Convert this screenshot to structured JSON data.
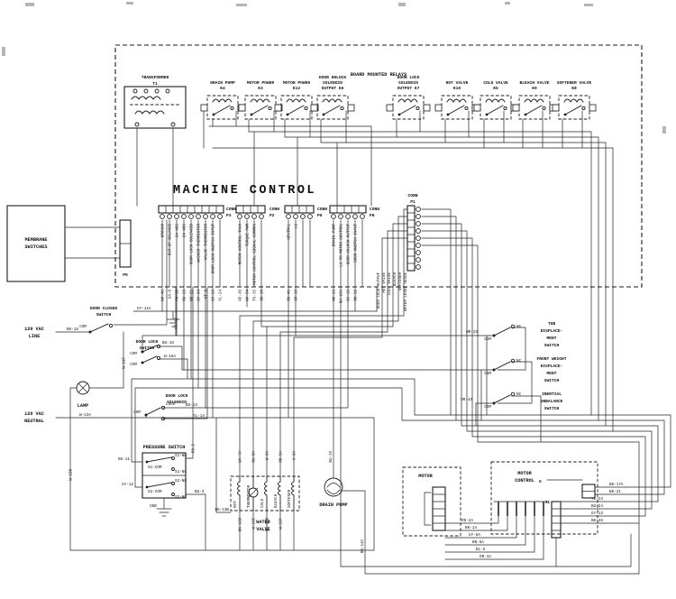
{
  "board": {
    "note": "BOARD MOUNTED RELAYS",
    "title": "MACHINE CONTROL"
  },
  "transformer": {
    "l1": "TRANSFORMER",
    "l2": "T1"
  },
  "relays": [
    {
      "l1": "DRAIN PUMP",
      "l2": "K4"
    },
    {
      "l1": "MOTOR POWER",
      "l2": "K3"
    },
    {
      "l1": "MOTOR POWER",
      "l2": "K12"
    },
    {
      "l1": "DOOR UNLOCK",
      "l2": "SOLENOID",
      "l3": "OUTPUT K6"
    },
    {
      "l1": "DOOR LOCK",
      "l2": "SOLENOID",
      "l3": "OUTPUT K7"
    },
    {
      "l1": "HOT VALVE",
      "l2": "K10"
    },
    {
      "l1": "COLD VALVE",
      "l2": "K5"
    },
    {
      "l1": "BLEACH VALVE",
      "l2": "K9"
    },
    {
      "l1": "SOFTENER VALVE",
      "l2": "K8"
    }
  ],
  "conn": {
    "p3": {
      "c": "CONN",
      "p": "P3",
      "labels": [
        "GROUND",
        "OUT OF BALANCE",
        "24 VDC",
        "24 VDC",
        "DOOR LOCK SOLENOID",
        "WASHER THERMISTOR",
        "VALVE THERMISTOR",
        "DOOR LOCK SWITCH INPUT"
      ]
    },
    "p2": {
      "c": "CONN",
      "p": "P2",
      "labels": [
        "MOTOR CONTROL TACH",
        "TORQUE PWM",
        "MOTOR CONTROL SIGNAL COMMON"
      ]
    },
    "p6": {
      "c": "CONN",
      "p": "P6",
      "labels": [
        "NEUTRAL",
        "L1"
      ]
    },
    "p8": {
      "c": "CONN",
      "p": "P8",
      "labels": [
        "DRAIN PUMP",
        "L1 TO MOTOR CONTROL",
        "DOOR UNLOCK OUTPUT",
        "DOOR SWITCH INPUT"
      ]
    },
    "p1": {
      "c": "CONN",
      "p": "P1",
      "labels": [
        "DOOR LOCK OUTPUT",
        "HOT VALVE",
        "COLD VALVE",
        "BLEACH",
        "SOFTENER",
        "WATER LEVEL SENSE"
      ]
    },
    "p9": "P9"
  },
  "membrane": {
    "l1": "MEMBRANE",
    "l2": "SWITCHES"
  },
  "left": {
    "vacLine": {
      "l1": "120 VAC",
      "l2": "LINE"
    },
    "vacNeutral": {
      "l1": "120 VAC",
      "l2": "NEUTRAL"
    },
    "doorClosed": {
      "l1": "DOOR CLOSED",
      "l2": "SWITCH",
      "com": "COM"
    },
    "doorLockSwitch": {
      "l1": "DOOR LOCK",
      "l2": "SWITCH",
      "com1": "COM",
      "com2": "COM"
    },
    "lamp": "LAMP",
    "solenoid": {
      "l1": "DOOR LOCK",
      "l2": "SOLENOID",
      "com": "COM",
      "lock": "LOCK"
    },
    "pressure": {
      "title": "PRESSURE SWITCH",
      "c1": "S1-COM",
      "c2": "S1-NO",
      "c3": "S1-NC",
      "c4": "S2-COM",
      "c5": "S2-NO",
      "c6": "S2-NC",
      "gnd": "GND"
    }
  },
  "rightSwitches": [
    {
      "l1": "TUB",
      "l2": "DISPLACE-",
      "l3": "MENT",
      "l4": "SWITCH",
      "com": "COM",
      "nc": "NC"
    },
    {
      "l1": "FRONT WEIGHT",
      "l2": "DISPLACE-",
      "l3": "MENT",
      "l4": "SWITCH",
      "com": "COM",
      "nc": "NC"
    },
    {
      "l1": "INERTIAL",
      "l2": "UNBALANCE",
      "l3": "SWITCH",
      "com": "COM",
      "nc": "NC"
    }
  ],
  "bottom": {
    "waterValve": {
      "l1": "WATER",
      "l2": "VALVE",
      "e1": "HOT",
      "e2": "THERMISTOR",
      "e3": "COLD",
      "e4": "BLEACH",
      "e5": "SOFTENER"
    },
    "drainPump": "DRAIN PUMP",
    "motor": "MOTOR",
    "motorControl": {
      "l1": "MOTOR",
      "l2": "CONTROL",
      "g": "G",
      "j": "J1"
    }
  },
  "wl": [
    "BK-16",
    "GY-11A",
    "W-11F",
    "OR-12",
    "W-13A",
    "W-13B",
    "BU-16",
    "W-15A",
    "BU-14",
    "YL-14",
    "BU-11",
    "GY-12",
    "RD-2",
    "BU-3",
    "WR-23",
    "OR-43",
    "BU-15",
    "BK-14A",
    "RD-2A",
    "BK-14",
    "GY-6A",
    "BN-6A",
    "BL-5",
    "OR-4A",
    "BK-17A",
    "BK-21",
    "YL-23",
    "BU-24",
    "GY-13",
    "BK-26",
    "BK-13D",
    "W-13E",
    "BU-13D",
    "W-13F",
    "BK-13B",
    "GY-7A",
    "BU-8A",
    "W-9A",
    "RD-5A",
    "V-6A"
  ],
  "exit": [
    "WH-41",
    "GN-8",
    "PK-10",
    "BU-23",
    "WH-21",
    "GY-34",
    "VT-8",
    "GY-26",
    "YL-24",
    "RD-30",
    "WH-34",
    "TN-35",
    "BK-18",
    "BU-41",
    "OR-16",
    "WH-13",
    "BU-15A",
    "GY-15",
    "BK-12"
  ]
}
